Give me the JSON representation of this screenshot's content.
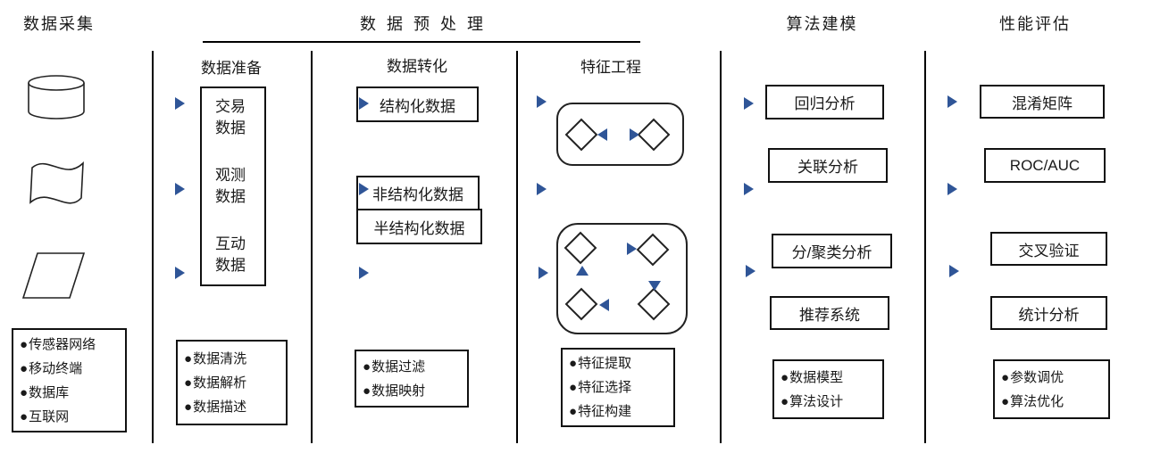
{
  "bullet": "●",
  "stages": {
    "collect": {
      "title": "数据采集",
      "sources": [
        "传感器网络",
        "移动终端",
        "数据库",
        "互联网"
      ]
    },
    "preprocess": {
      "title": "数据预处理",
      "prepare": {
        "label": "数据准备",
        "data_types": [
          "交易数据",
          "观测数据",
          "互动数据"
        ],
        "tasks": [
          "数据清洗",
          "数据解析",
          "数据描述"
        ]
      },
      "transform": {
        "label": "数据转化",
        "outputs": [
          "结构化数据",
          "非结构化数据",
          "半结构化数据"
        ],
        "tasks": [
          "数据过滤",
          "数据映射"
        ]
      },
      "feature": {
        "label": "特征工程",
        "tasks": [
          "特征提取",
          "特征选择",
          "特征构建"
        ]
      }
    },
    "model": {
      "title": "算法建模",
      "methods": [
        "回归分析",
        "关联分析",
        "分/聚类分析",
        "推荐系统"
      ],
      "tasks": [
        "数据模型",
        "算法设计"
      ]
    },
    "evaluate": {
      "title": "性能评估",
      "methods": [
        "混淆矩阵",
        "ROC/AUC",
        "交叉验证",
        "统计分析"
      ],
      "tasks": [
        "参数调优",
        "算法优化"
      ]
    }
  },
  "icons": {
    "database": "cylinder-icon",
    "document": "wavy-document-icon",
    "input": "parallelogram-icon"
  },
  "colors": {
    "arrow_blue": "#2F5597",
    "line_black": "#000000",
    "background": "#FFFFFF"
  }
}
